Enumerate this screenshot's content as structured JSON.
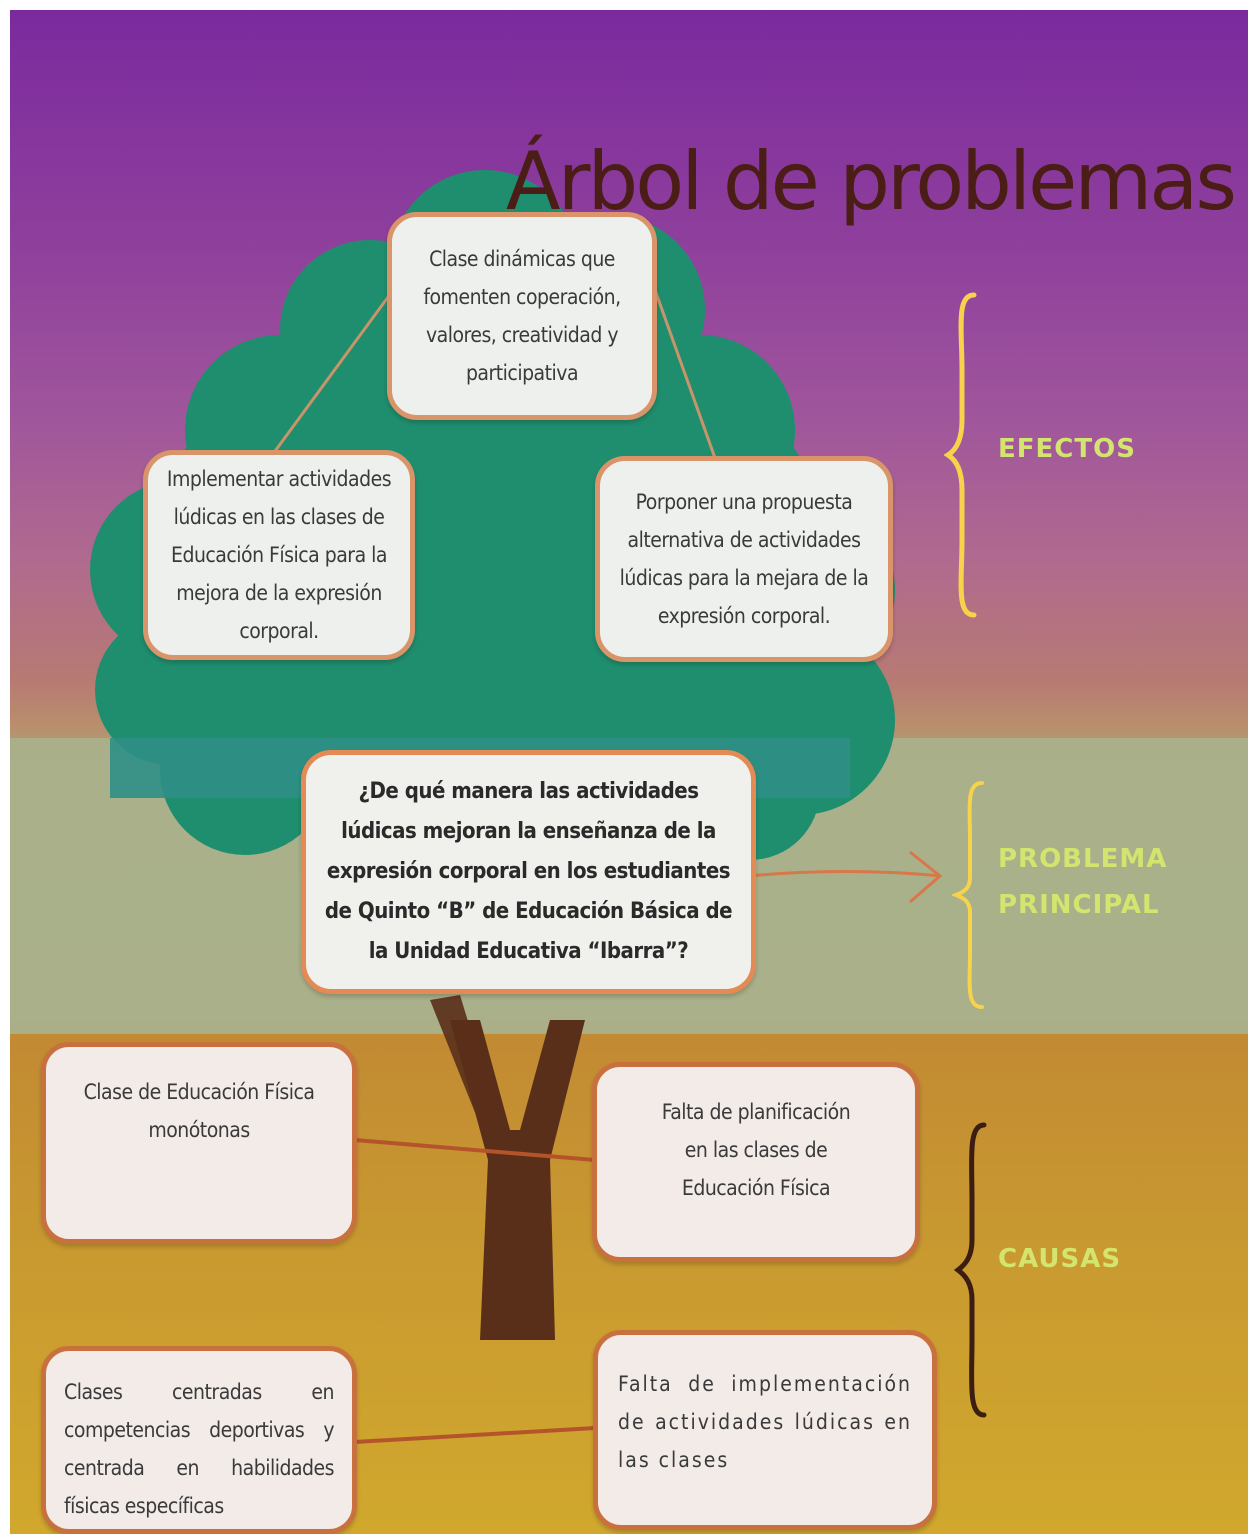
{
  "title": "Árbol de problemas",
  "colors": {
    "bg_top": "#7b2a9e",
    "bg_bottom": "#d0a62c",
    "canopy": "#1f8e6e",
    "trunk": "#5a2f1a",
    "box_border": "#d9946a",
    "label_green": "#d3e56e",
    "brace_yellow": "#f6d34a",
    "brace_dark": "#3b1d12"
  },
  "labels": {
    "efectos": "EFECTOS",
    "problema_line1": "PROBLEMA",
    "problema_line2": "PRINCIPAL",
    "causas": "CAUSAS"
  },
  "effects": {
    "top": "Clase dinámicas que fomenten coperación, valores, creatividad y participativa",
    "left": "Implementar actividades lúdicas en las clases de Educación Física para la mejora de la expresión corporal.",
    "right": "Porponer una propuesta alternativa de actividades lúdicas para la mejara de la expresión corporal."
  },
  "problem": "¿De qué manera las actividades lúdicas mejoran la enseñanza de la expresión corporal en los estudiantes de Quinto “B” de Educación Básica de la Unidad Educativa “Ibarra”?",
  "causes": {
    "top_left": "Clase de Educación Física monótonas",
    "top_right": "Falta de planificación en las clases de Educación Física",
    "bottom_left": "Clases centradas en competencias deportivas y centrada en habilidades físicas específicas",
    "bottom_right": "Falta de implementación de actividades lúdicas en las clases"
  }
}
